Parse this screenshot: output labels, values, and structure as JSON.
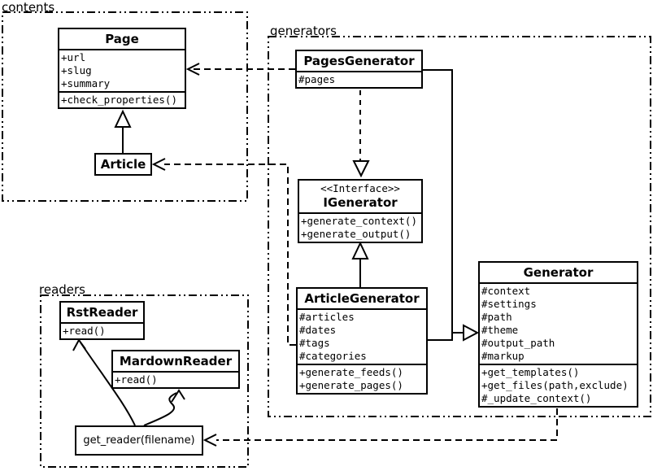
{
  "diagram": {
    "title": "class-diagram",
    "colors": {
      "foreground": "#000000",
      "background": "#ffffff"
    },
    "packages": {
      "contents": {
        "label": "contents"
      },
      "generators": {
        "label": "generators"
      },
      "readers": {
        "label": "readers"
      }
    },
    "classes": {
      "page": {
        "title": "Page",
        "attributes": [
          "+url",
          "+slug",
          "+summary"
        ],
        "methods": [
          "+check_properties()"
        ]
      },
      "article": {
        "title": "Article"
      },
      "pages_generator": {
        "title": "PagesGenerator",
        "attributes": [
          "#pages"
        ]
      },
      "igenerator": {
        "stereotype": "<<Interface>>",
        "title": "IGenerator",
        "methods": [
          "+generate_context()",
          "+generate_output()"
        ]
      },
      "article_generator": {
        "title": "ArticleGenerator",
        "attributes": [
          "#articles",
          "#dates",
          "#tags",
          "#categories"
        ],
        "methods": [
          "+generate_feeds()",
          "+generate_pages()"
        ]
      },
      "generator": {
        "title": "Generator",
        "attributes": [
          "#context",
          "#settings",
          "#path",
          "#theme",
          "#output_path",
          "#markup"
        ],
        "methods": [
          "+get_templates()",
          "+get_files(path,exclude)",
          "#_update_context()"
        ]
      },
      "rst_reader": {
        "title": "RstReader",
        "methods": [
          "+read()"
        ]
      },
      "markdown_reader": {
        "title": "MardownReader",
        "methods": [
          "+read()"
        ]
      },
      "get_reader": {
        "title": "get_reader(filename)"
      }
    },
    "relationships": [
      {
        "type": "inheritance",
        "from": "Article",
        "to": "Page"
      },
      {
        "type": "dependency",
        "from": "PagesGenerator",
        "to": "Page"
      },
      {
        "type": "dependency",
        "from": "ArticleGenerator",
        "to": "Article"
      },
      {
        "type": "realization",
        "from": "PagesGenerator",
        "to": "IGenerator"
      },
      {
        "type": "inheritance",
        "from": "ArticleGenerator",
        "to": "IGenerator"
      },
      {
        "type": "inheritance",
        "from": "PagesGenerator",
        "to": "Generator"
      },
      {
        "type": "inheritance",
        "from": "ArticleGenerator",
        "to": "Generator"
      },
      {
        "type": "dependency",
        "from": "Generator",
        "to": "get_reader(filename)"
      },
      {
        "type": "call",
        "from": "get_reader(filename)",
        "to": "RstReader"
      },
      {
        "type": "call",
        "from": "get_reader(filename)",
        "to": "MardownReader"
      }
    ]
  }
}
